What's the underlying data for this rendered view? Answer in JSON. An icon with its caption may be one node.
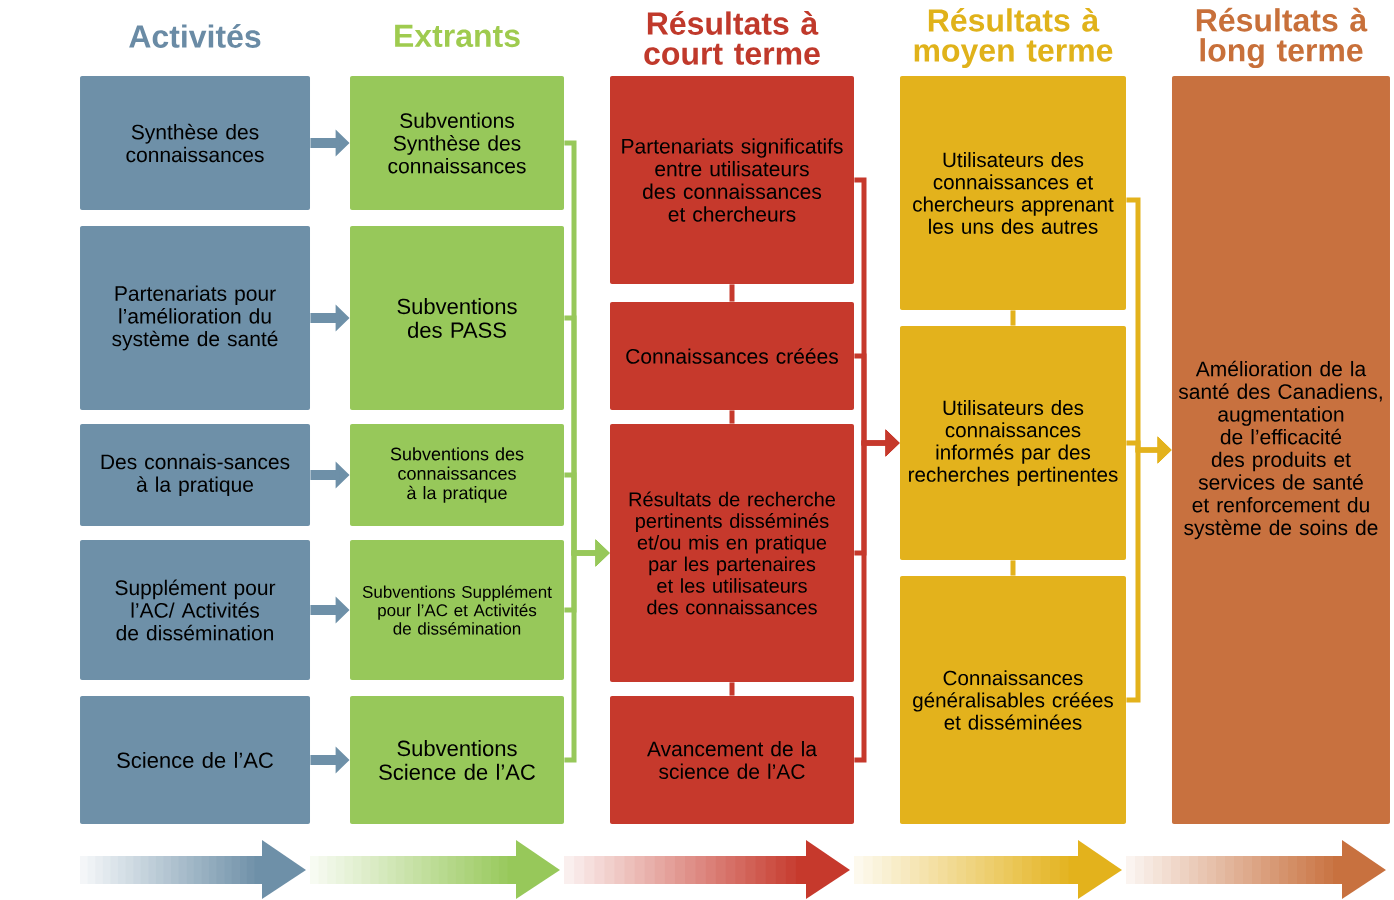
{
  "diagram": {
    "nodes": [
      {
        "text": [
          "Synthèse des connaissances"
        ]
      },
      {
        "text": [
          "Partenariats pour l’amélioration du système de santé"
        ]
      },
      {
        "text": [
          "Des connais-sances à la pratique"
        ]
      },
      {
        "text": [
          "Supplément pour l’AC/ Activités de dissémination"
        ]
      },
      {
        "text": [
          "Science de l’AC"
        ]
      },
      {
        "text": [
          "Subventions Synthèse des connaissances"
        ]
      },
      {
        "text": [
          "Subventions des PASS"
        ]
      },
      {
        "text": [
          "Subventions des connaissances à la pratique"
        ]
      },
      {
        "text": [
          "Subventions Supplément pour l’AC et Activités de dissémination"
        ]
      },
      {
        "text": [
          "Subventions Science de l’AC"
        ]
      },
      {
        "text": [
          "Partenariats significatifs entre utilisateurs des connaissances et chercheurs"
        ]
      },
      {
        "text": [
          "Connaissances créées"
        ]
      },
      {
        "text": [
          "Résultats de recherche pertinents disséminés et/ou mis en pratique par les partenaires et les utilisateurs des connaissances"
        ]
      },
      {
        "text": [
          "Avancement de la science de l’AC"
        ]
      },
      {
        "text": [
          "Utilisateurs des connaissances et chercheurs apprenant les uns des autres"
        ]
      },
      {
        "text": [
          "Utilisateurs des connaissances informés par des recherches pertinentes"
        ]
      },
      {
        "text": [
          "Connaissances généralisables créées et disséminées"
        ]
      },
      {
        "text": [
          "Amélioration de la santé des Canadiens, augmentation de l’efficacité des produits et services de santé et renforcement du système de soins de"
        ]
      }
    ],
    "edges": [
      {
        "from": 0,
        "to": 5,
        "arrow": "to",
        "style": "thick",
        "color": "#6e90a8"
      },
      {
        "from": 1,
        "to": 6,
        "arrow": "to",
        "style": "thick",
        "color": "#6e90a8"
      },
      {
        "from": 2,
        "to": 7,
        "arrow": "to",
        "style": "thick",
        "color": "#6e90a8"
      },
      {
        "from": 3,
        "to": 8,
        "arrow": "to",
        "style": "thick",
        "color": "#6e90a8"
      },
      {
        "from": 4,
        "to": 9,
        "arrow": "to",
        "style": "thick",
        "color": "#6e90a8"
      },
      {
        "from": 5,
        "to": 12,
        "arrow": "to",
        "color": "#97c85a"
      },
      {
        "from": 6,
        "to": 12,
        "arrow": "to",
        "color": "#97c85a"
      },
      {
        "from": 7,
        "to": 12,
        "arrow": "to",
        "color": "#97c85a"
      },
      {
        "from": 8,
        "to": 12,
        "arrow": "to",
        "color": "#97c85a"
      },
      {
        "from": 9,
        "to": 12,
        "arrow": "to",
        "color": "#97c85a"
      },
      {
        "from": 10,
        "to": 11,
        "arrow": "none",
        "color": "#c6392c"
      },
      {
        "from": 11,
        "to": 12,
        "arrow": "none",
        "color": "#c6392c"
      },
      {
        "from": 12,
        "to": 13,
        "arrow": "none",
        "color": "#c6392c"
      },
      {
        "from": 10,
        "to": 15,
        "arrow": "to",
        "color": "#c6392c"
      },
      {
        "from": 11,
        "to": 15,
        "arrow": "to",
        "color": "#c6392c"
      },
      {
        "from": 12,
        "to": 15,
        "arrow": "to",
        "color": "#c6392c"
      },
      {
        "from": 13,
        "to": 15,
        "arrow": "to",
        "color": "#c6392c"
      },
      {
        "from": 14,
        "to": 15,
        "arrow": "none",
        "color": "#e3b21c"
      },
      {
        "from": 15,
        "to": 16,
        "arrow": "none",
        "color": "#e3b21c"
      },
      {
        "from": 14,
        "to": 17,
        "arrow": "to",
        "color": "#e3b21c"
      },
      {
        "from": 15,
        "to": 17,
        "arrow": "to",
        "color": "#e3b21c"
      },
      {
        "from": 16,
        "to": 17,
        "arrow": "to",
        "color": "#e3b21c"
      }
    ],
    "labels": [
      "Activités",
      "Extrants",
      "Résultats à court terme",
      "Résultats à moyen terme",
      "Résultats à long terme"
    ]
  }
}
